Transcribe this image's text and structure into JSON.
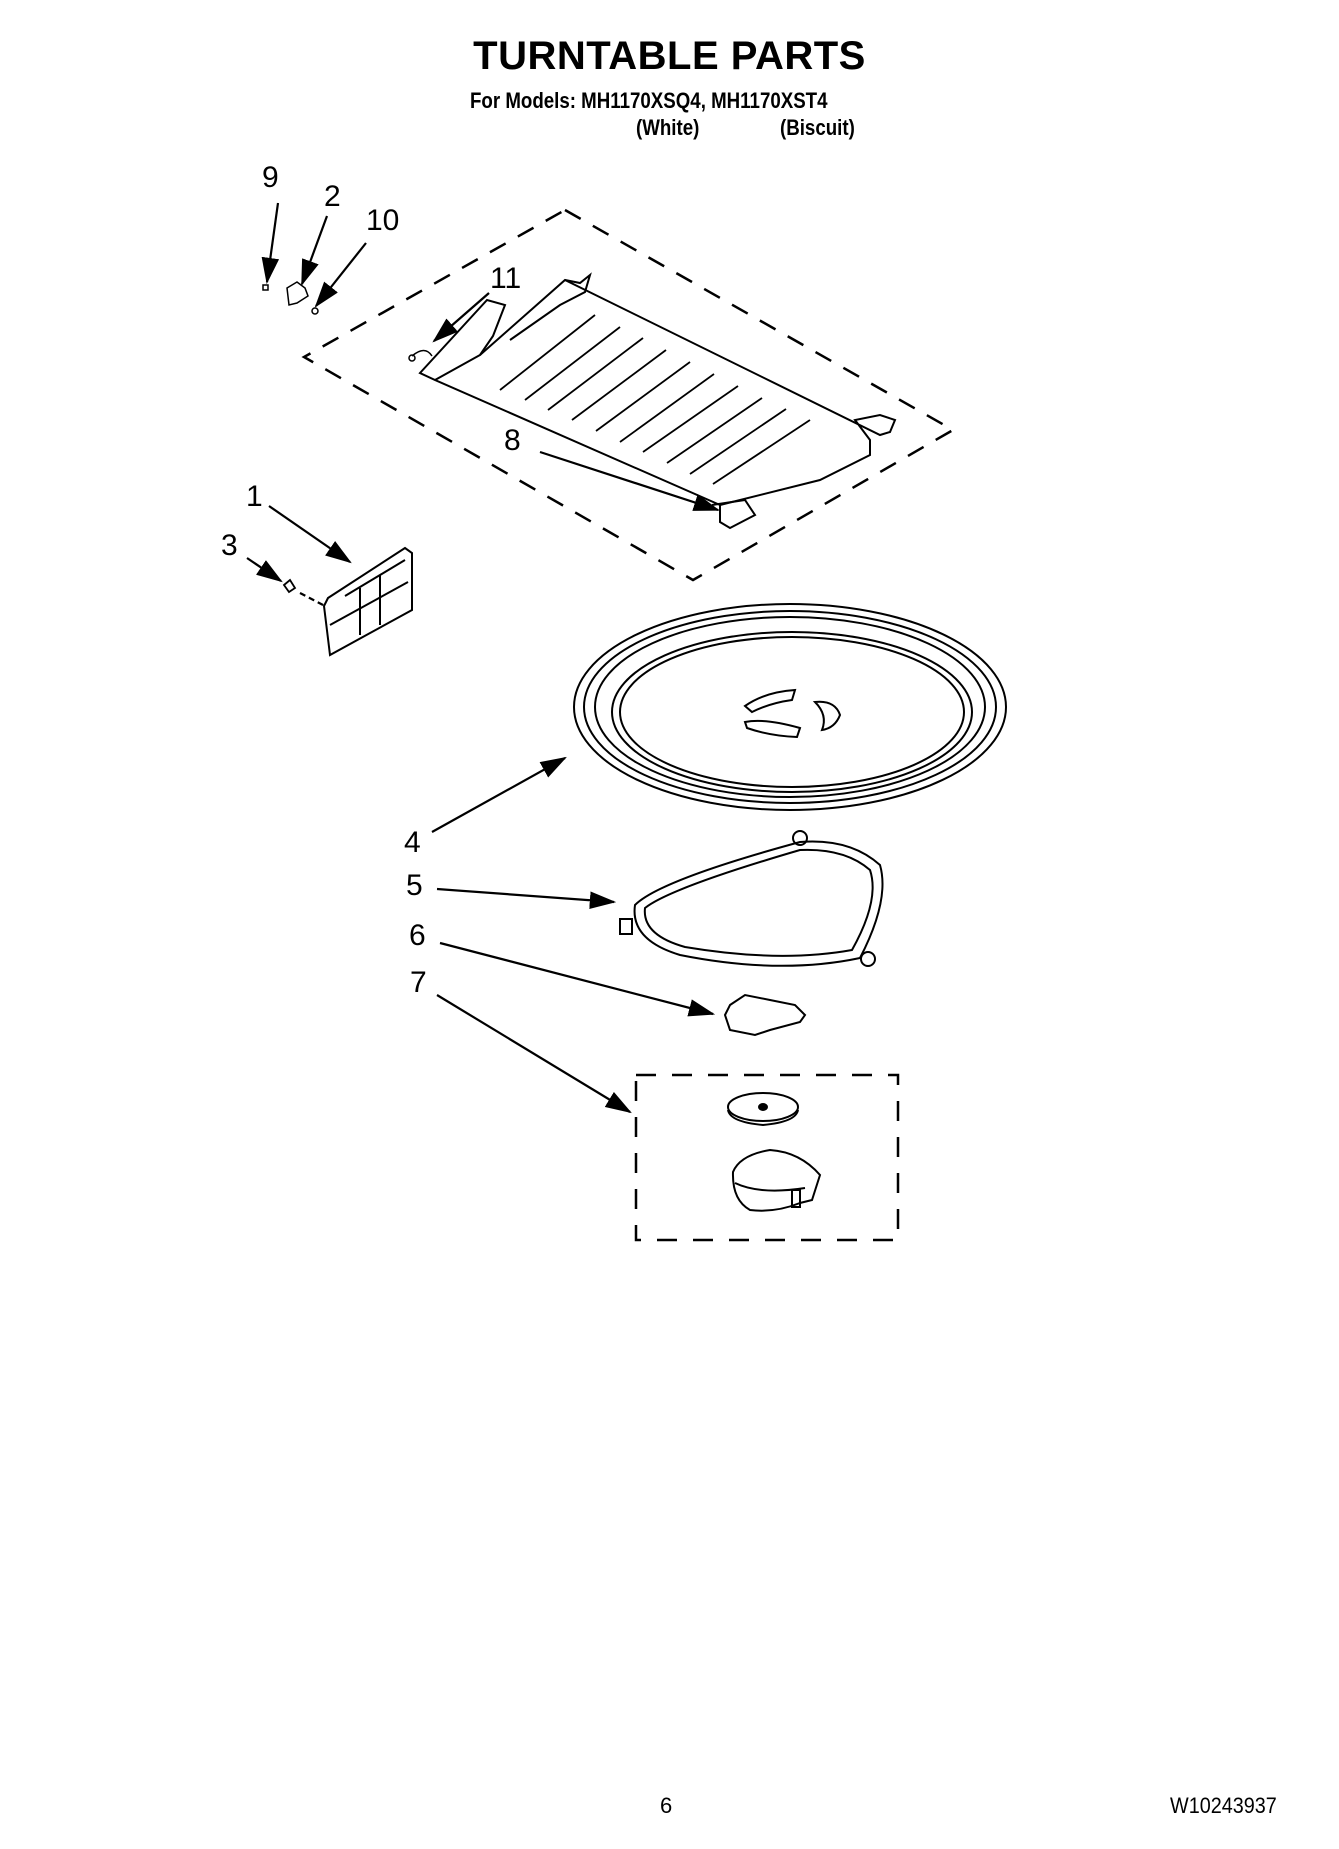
{
  "header": {
    "title": "TURNTABLE PARTS",
    "models_line": "For Models: MH1170XSQ4, MH1170XST4",
    "variants": [
      "(White)",
      "(Biscuit)"
    ]
  },
  "callouts": [
    {
      "number": "9",
      "part": "small-screw"
    },
    {
      "number": "2",
      "part": "rack-support-bracket"
    },
    {
      "number": "10",
      "part": "small-screw"
    },
    {
      "number": "11",
      "part": "clip"
    },
    {
      "number": "8",
      "part": "wire-rack"
    },
    {
      "number": "1",
      "part": "waveguide-cover"
    },
    {
      "number": "3",
      "part": "screw"
    },
    {
      "number": "4",
      "part": "glass-turntable-tray"
    },
    {
      "number": "5",
      "part": "roller-ring-support"
    },
    {
      "number": "6",
      "part": "turntable-coupler"
    },
    {
      "number": "7",
      "part": "turntable-motor-assembly"
    }
  ],
  "footer": {
    "page_number": "6",
    "document_number": "W10243937"
  }
}
